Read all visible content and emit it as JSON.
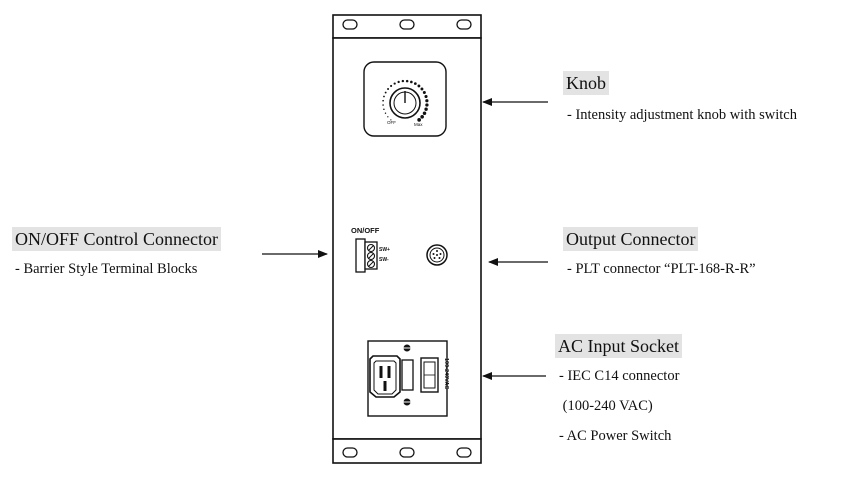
{
  "panel": {
    "knob_off_label": "OFF",
    "knob_max_label": "Max",
    "on_off_label": "ON/OFF",
    "sw_plus_label": "SW+",
    "sw_minus_label": "SW-",
    "ac_rating_label": "100-240VAC"
  },
  "callouts": {
    "knob": {
      "title": "Knob",
      "lines": [
        "- Intensity adjustment knob with switch"
      ]
    },
    "on_off": {
      "title": "ON/OFF Control Connector",
      "lines": [
        "- Barrier Style Terminal Blocks"
      ]
    },
    "output": {
      "title": "Output Connector",
      "lines": [
        "- PLT connector “PLT-168-R-R”"
      ]
    },
    "ac_input": {
      "title": "AC Input Socket",
      "lines": [
        "- IEC C14 connector",
        " (100-240 VAC)",
        "- AC Power Switch"
      ]
    }
  }
}
